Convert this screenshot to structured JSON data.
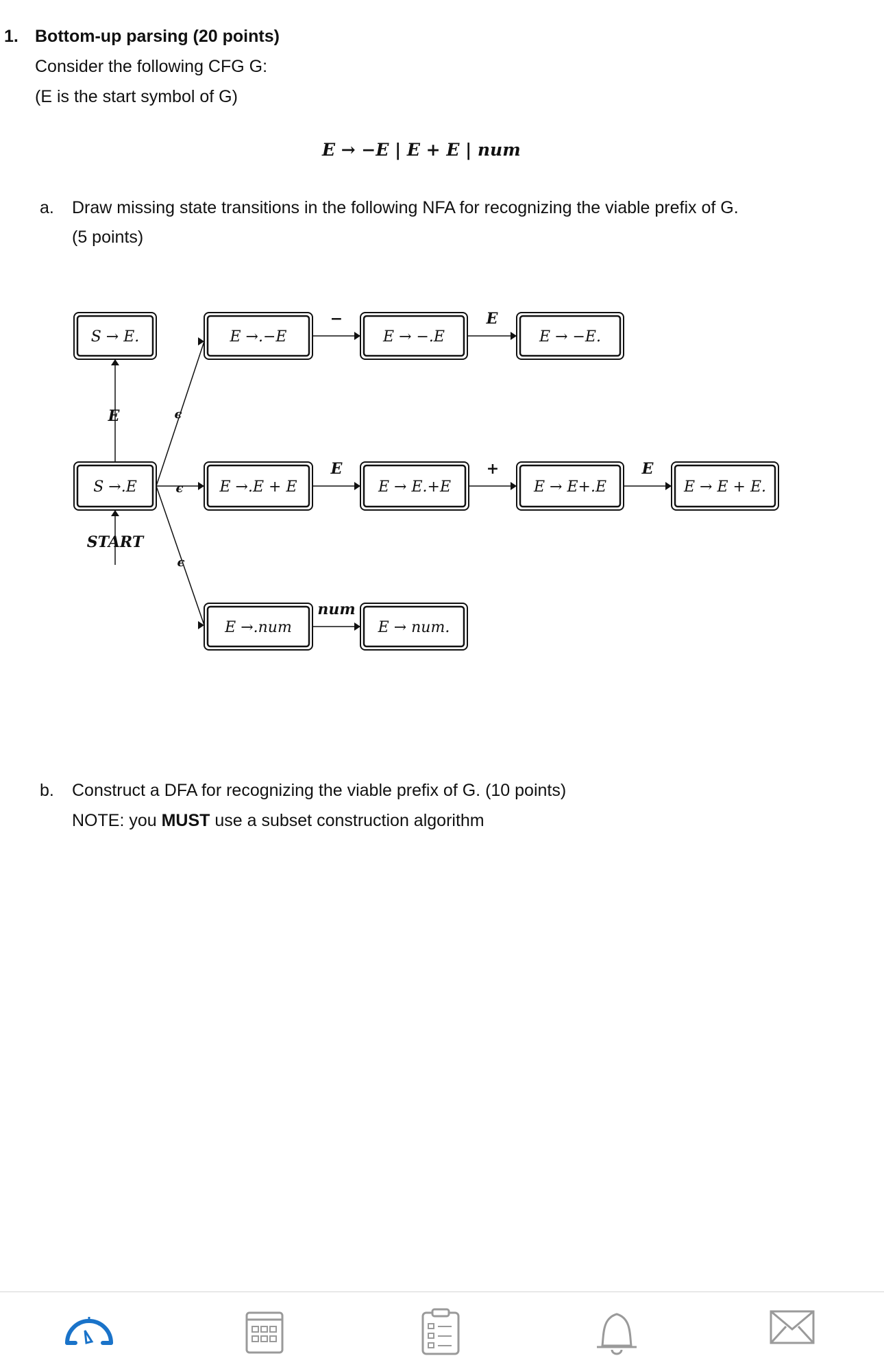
{
  "problem": {
    "number": "1.",
    "title": "Bottom-up parsing (20 points)",
    "intro1": "Consider the following CFG G:",
    "intro2": "(E is the start symbol of G)",
    "grammar": "E → −E | E + E | num"
  },
  "part_a": {
    "label": "a.",
    "line1": "Draw missing state transitions in the following NFA for recognizing the viable prefix of G.",
    "line2": "(5 points)"
  },
  "nfa": {
    "states": [
      {
        "id": "s_end",
        "label": "S → E."
      },
      {
        "id": "s_start",
        "label": "S →.E"
      },
      {
        "id": "e_dot_neg",
        "label": "E →.−E"
      },
      {
        "id": "e_neg_dot",
        "label": "E → −.E"
      },
      {
        "id": "e_neg_done",
        "label": "E → −E."
      },
      {
        "id": "e_dot_plus",
        "label": "E →.E + E"
      },
      {
        "id": "e_plus1",
        "label": "E → E.+E"
      },
      {
        "id": "e_plus2",
        "label": "E → E+.E"
      },
      {
        "id": "e_plus_done",
        "label": "E → E + E."
      },
      {
        "id": "e_dot_num",
        "label": "E →.num"
      },
      {
        "id": "e_num_done",
        "label": "E → num."
      }
    ],
    "transitions": [
      {
        "from": "s_start",
        "to": "s_end",
        "label": "E"
      },
      {
        "from": "s_start",
        "to": "e_dot_neg",
        "label": "ϵ"
      },
      {
        "from": "s_start",
        "to": "e_dot_plus",
        "label": "ϵ"
      },
      {
        "from": "s_start",
        "to": "e_dot_num",
        "label": "ϵ"
      },
      {
        "from": "e_dot_neg",
        "to": "e_neg_dot",
        "label": "−"
      },
      {
        "from": "e_neg_dot",
        "to": "e_neg_done",
        "label": "E"
      },
      {
        "from": "e_dot_plus",
        "to": "e_plus1",
        "label": "E"
      },
      {
        "from": "e_plus1",
        "to": "e_plus2",
        "label": "+"
      },
      {
        "from": "e_plus2",
        "to": "e_plus_done",
        "label": "E"
      },
      {
        "from": "e_dot_num",
        "to": "e_num_done",
        "label": "num"
      }
    ],
    "start_label": "START"
  },
  "part_b": {
    "label": "b.",
    "line1": "Construct a DFA for recognizing the viable prefix of G. (10 points)",
    "note_prefix": "NOTE: you ",
    "note_bold": "MUST",
    "note_suffix": " use a subset construction algorithm"
  },
  "tabbar": {
    "tabs": [
      {
        "icon": "dashboard-gauge-icon",
        "active": true,
        "color": "#1a73c9"
      },
      {
        "icon": "calendar-icon",
        "active": false,
        "color": "#9a9a9a"
      },
      {
        "icon": "checklist-icon",
        "active": false,
        "color": "#9a9a9a"
      },
      {
        "icon": "bell-icon",
        "active": false,
        "color": "#9a9a9a"
      },
      {
        "icon": "mail-icon",
        "active": false,
        "color": "#9a9a9a"
      }
    ]
  }
}
